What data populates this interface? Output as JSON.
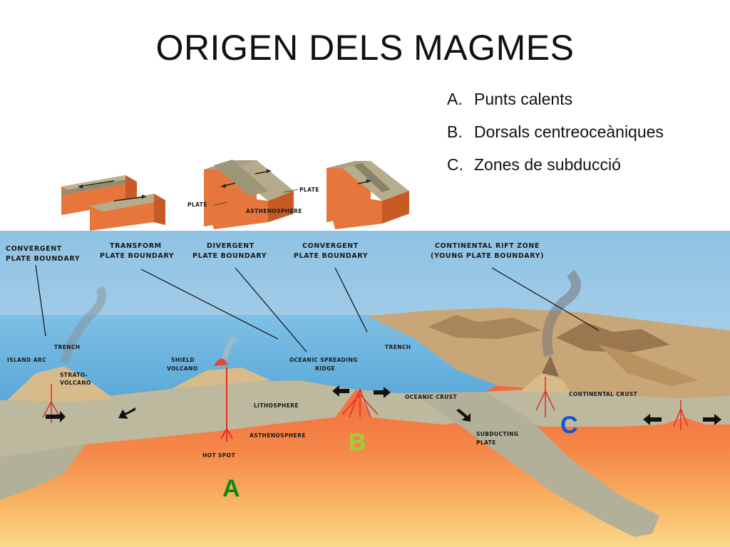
{
  "slide": {
    "title": "ORIGEN DELS MAGMES",
    "legend": [
      {
        "marker": "A.",
        "text": "Punts calents"
      },
      {
        "marker": "B.",
        "text": "Dorsals centreoceàniques"
      },
      {
        "marker": "C.",
        "text": "Zones de subducció"
      }
    ]
  },
  "diagram": {
    "blocks": {
      "plate_label_1": "PLATE",
      "plate_label_2": "PLATE",
      "asthenosphere_label": "ASTHENOSPHERE"
    },
    "headers": {
      "convergent_left": [
        "CONVERGENT",
        "PLATE BOUNDARY"
      ],
      "transform": [
        "TRANSFORM",
        "PLATE BOUNDARY"
      ],
      "divergent": [
        "DIVERGENT",
        "PLATE BOUNDARY"
      ],
      "convergent_mid": [
        "CONVERGENT",
        "PLATE BOUNDARY"
      ],
      "rift": [
        "CONTINENTAL RIFT ZONE",
        "(YOUNG PLATE BOUNDARY)"
      ]
    },
    "features": {
      "trench_left": "TRENCH",
      "island_arc": "ISLAND ARC",
      "strato": [
        "STRATO-",
        "VOLCANO"
      ],
      "shield": [
        "SHIELD",
        "VOLCANO"
      ],
      "ridge": [
        "OCEANIC SPREADING",
        "RIDGE"
      ],
      "trench_right": "TRENCH",
      "oceanic_crust": "OCEANIC CRUST",
      "continental_crust": "CONTINENTAL CRUST",
      "lithosphere": "LITHOSPHERE",
      "asthenosphere": "ASTHENOSPHERE",
      "hot_spot": "HOT SPOT",
      "subducting": [
        "SUBDUCTING",
        "PLATE"
      ]
    },
    "markers": {
      "a": {
        "letter": "A",
        "color": "#0a8a1a"
      },
      "b": {
        "letter": "B",
        "color": "#9bd13a"
      },
      "c": {
        "letter": "C",
        "color": "#1552d6"
      }
    }
  }
}
